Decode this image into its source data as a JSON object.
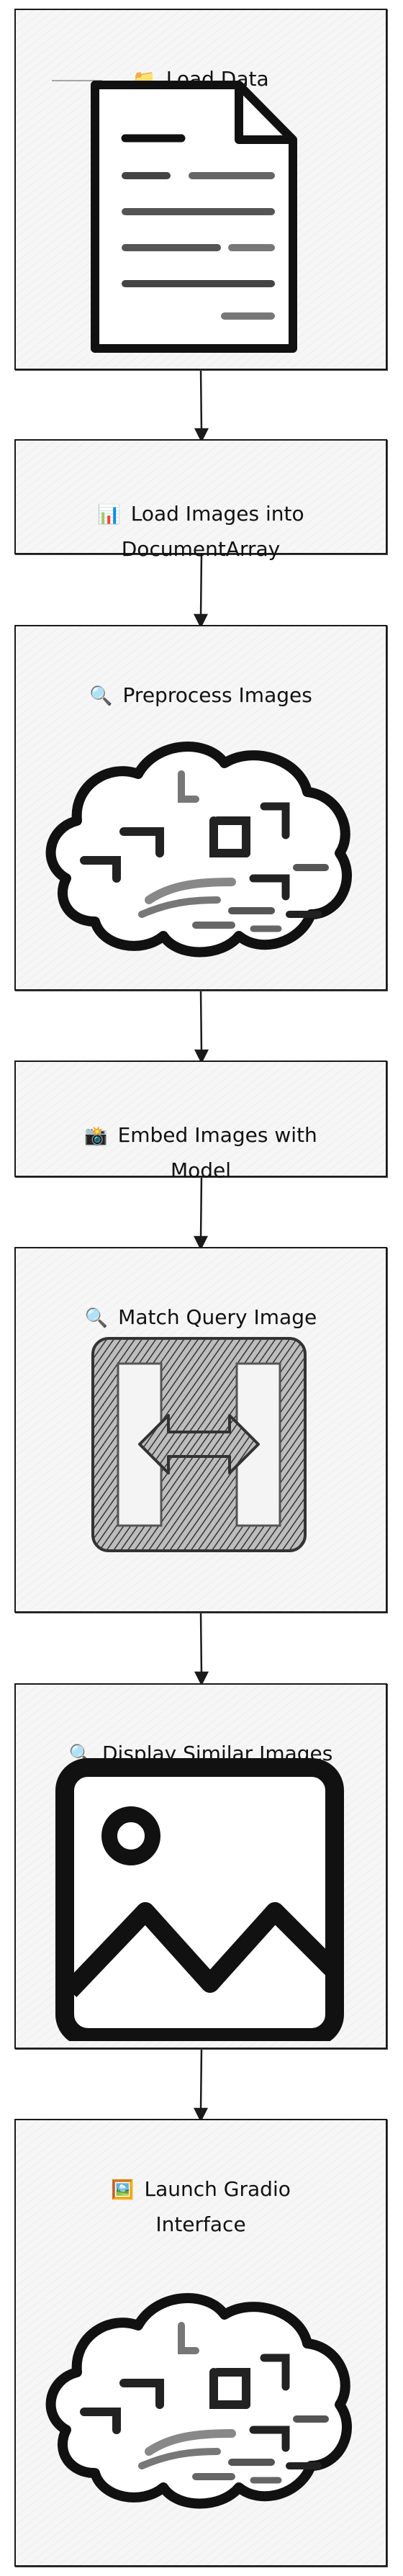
{
  "steps": [
    {
      "emoji": "📁",
      "label": "Load Data",
      "icon": "document-icon"
    },
    {
      "emoji": "📊",
      "label": "Load Images into\nDocumentArray",
      "icon": null
    },
    {
      "emoji": "🔍",
      "label": "Preprocess Images",
      "icon": "brain-icon"
    },
    {
      "emoji": "📸",
      "label": "Embed Images with\nModel",
      "icon": null
    },
    {
      "emoji": "🔍",
      "label": "Match Query Image",
      "icon": "swap-arrows-icon"
    },
    {
      "emoji": "🔍",
      "label": "Display Similar Images",
      "icon": "image-icon"
    },
    {
      "emoji": "🖼️",
      "label": "Launch Gradio\nInterface",
      "icon": "brain-icon"
    }
  ]
}
